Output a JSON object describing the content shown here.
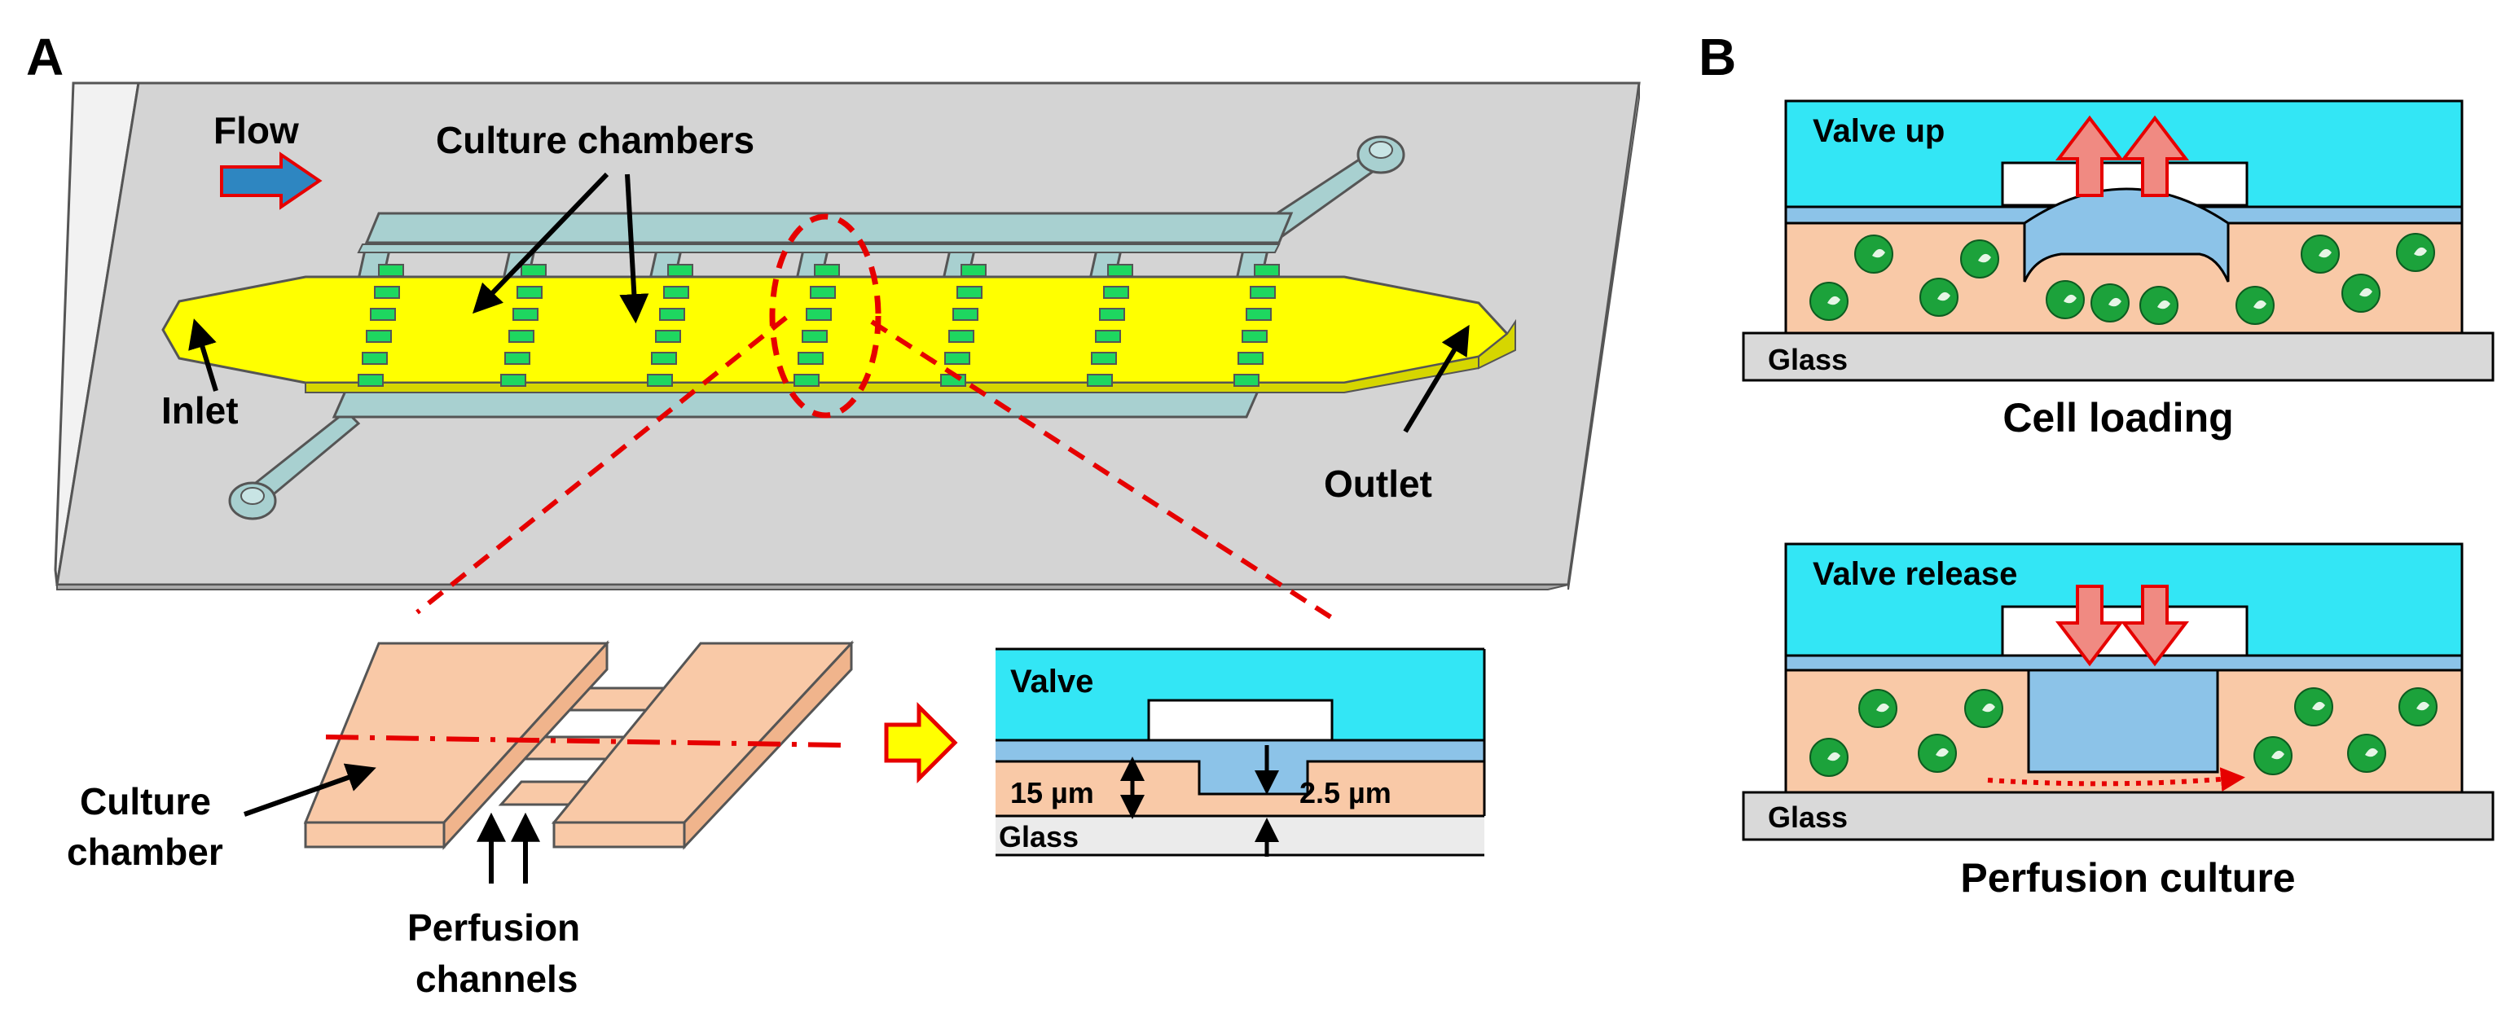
{
  "panel_a": {
    "letter": "A",
    "flow_label": "Flow",
    "culture_chambers_label": "Culture chambers",
    "inlet_label": "Inlet",
    "outlet_label": "Outlet",
    "detail": {
      "culture_chamber_label_line1": "Culture",
      "culture_chamber_label_line2": "chamber",
      "perfusion_label_line1": "Perfusion",
      "perfusion_label_line2": "channels"
    },
    "cross_section": {
      "valve_label": "Valve",
      "height_label": "15 µm",
      "gap_label": "2.5 µm",
      "glass_label": "Glass"
    }
  },
  "panel_b": {
    "letter": "B",
    "top": {
      "valve_label": "Valve up",
      "glass_label": "Glass",
      "caption": "Cell loading"
    },
    "bottom": {
      "valve_label": "Valve release",
      "glass_label": "Glass",
      "caption": "Perfusion culture"
    }
  },
  "colors": {
    "valve_cyan": "#33e6f5",
    "membrane_blue": "#8cc3e8",
    "chamber_peach": "#f9c9a7",
    "glass_gray": "#d9d9d9",
    "main_channel_yellow": "#ffff00",
    "frame_teal": "#a8d0d0",
    "cell_green": "#1ca23b",
    "arrow_red": "#f08a82",
    "accent_red": "#e60000"
  }
}
